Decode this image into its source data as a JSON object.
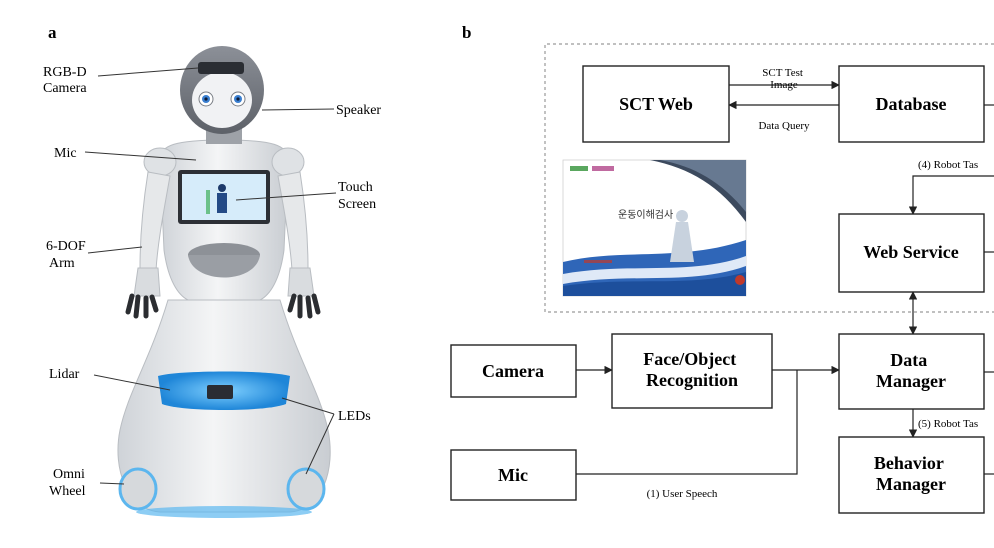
{
  "panel_a": {
    "letter": "a",
    "labels": {
      "rgbd_line1": "RGB-D",
      "rgbd_line2": "Camera",
      "speaker": "Speaker",
      "mic": "Mic",
      "touch_line1": "Touch",
      "touch_line2": "Screen",
      "arm_line1": "6-DOF",
      "arm_line2": "Arm",
      "lidar": "Lidar",
      "leds": "LEDs",
      "omni_line1": "Omni",
      "omni_line2": "Wheel"
    }
  },
  "panel_b": {
    "letter": "b",
    "boxes": {
      "sct_web": "SCT Web",
      "database": "Database",
      "web_service": "Web Service",
      "camera": "Camera",
      "face_line1": "Face/Object",
      "face_line2": "Recognition",
      "data_mgr_line1": "Data",
      "data_mgr_line2": "Manager",
      "mic": "Mic",
      "behavior_line1": "Behavior",
      "behavior_line2": "Manager"
    },
    "edge_labels": {
      "sct_test_line1": "SCT Test",
      "sct_test_line2": "Image",
      "data_query": "Data Query",
      "robot_task_4": "(4) Robot Tas",
      "robot_task_5": "(5) Robot Tas",
      "user_speech": "(1) User Speech"
    },
    "thumbnail": {
      "korean_title": "운동이해검사"
    }
  },
  "colors": {
    "led_blue": "#2e9be8",
    "robot_dark": "#5a5e66",
    "robot_white": "#eceef0",
    "diagram_line": "#222222",
    "dashed_border": "#9a9a9a"
  }
}
